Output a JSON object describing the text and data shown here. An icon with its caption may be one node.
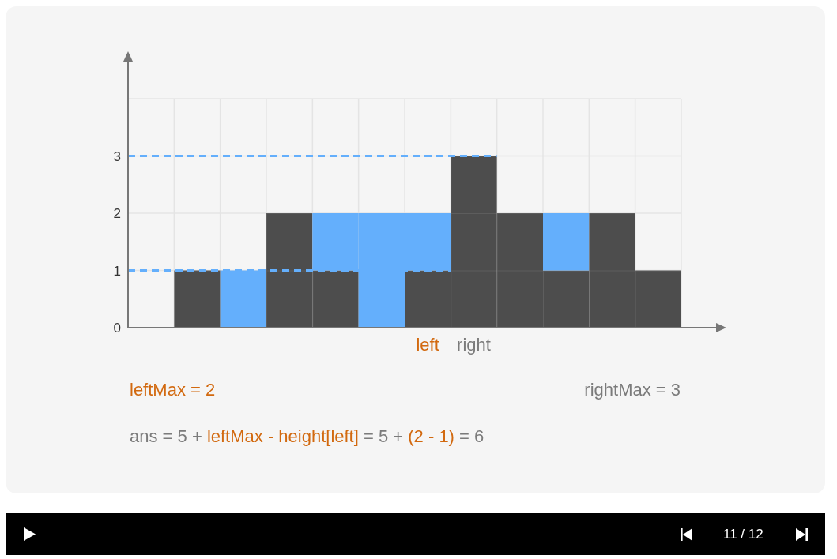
{
  "diagram": {
    "labels": [
      "leftMax = 2",
      "rightMax = 3",
      "ans = 5 +",
      "leftMax - height[left]",
      "= 5 +",
      "(2 - 1)",
      "= 6",
      "11 / 12"
    ],
    "chart_data": {
      "type": "bar",
      "stacked": true,
      "grid": true,
      "ylim": [
        0,
        4
      ],
      "yticks": [
        0,
        1,
        2,
        3
      ],
      "series": [
        {
          "color": "#4d4d4d",
          "values": [
            0,
            1,
            0,
            2,
            1,
            0,
            1,
            3,
            2,
            1,
            2,
            1
          ]
        },
        {
          "color": "#64affc",
          "values": [
            0,
            0,
            1,
            0,
            1,
            2,
            1,
            0,
            0,
            1,
            0,
            0
          ]
        }
      ],
      "ref_lines": [
        {
          "axis": "y",
          "value": 1,
          "color": "#64affc"
        },
        {
          "axis": "y",
          "value": 3,
          "color": "#64affc"
        }
      ],
      "annotations": [
        "left",
        "right"
      ]
    }
  }
}
